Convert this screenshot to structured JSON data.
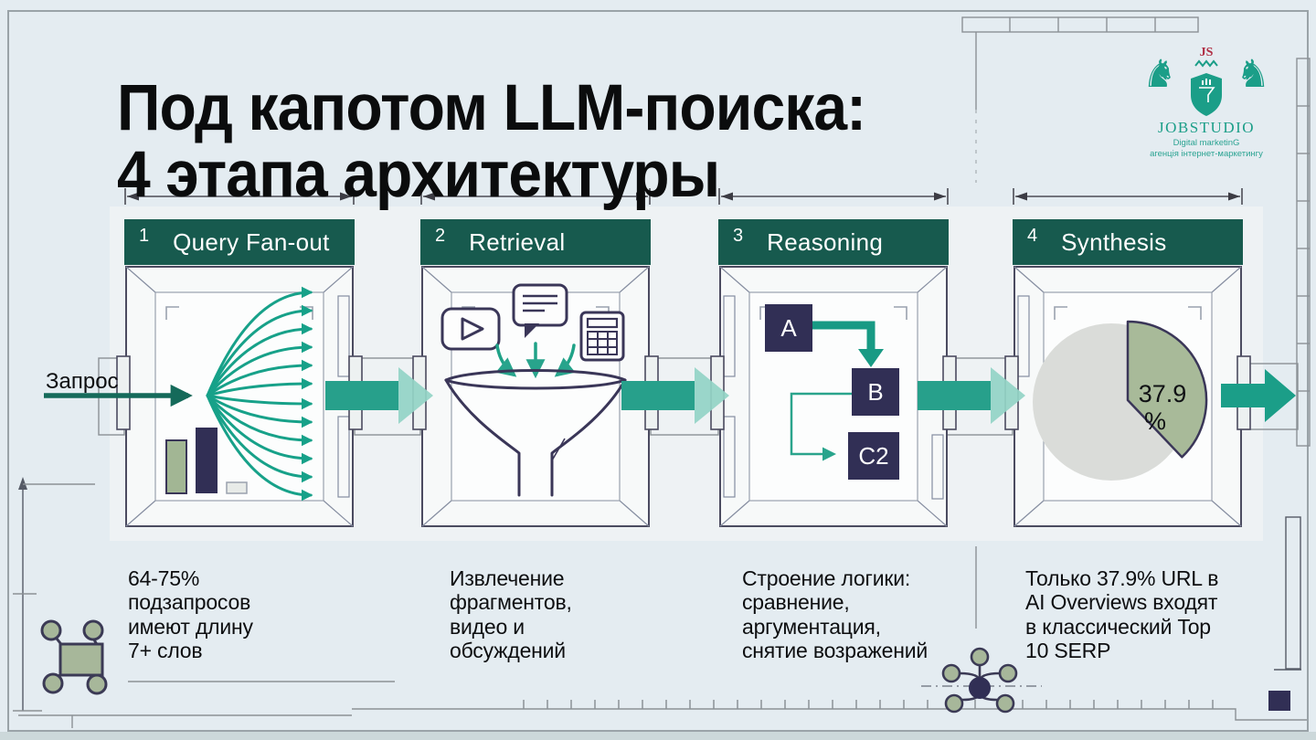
{
  "title": {
    "text": "Под капотом LLM-поиска:\n4 этапа архитектуры"
  },
  "logo": {
    "monogram": "JS",
    "name": "JOBSTUDIO",
    "tagline": "Digital marketinG",
    "subtitle": "агенція інтернет-маркетингу"
  },
  "query_label": "Запрос",
  "stages": [
    {
      "number": "1",
      "title": "Query Fan-out",
      "description": "64-75%\nподзапросов\nимеют длину\n7+ слов"
    },
    {
      "number": "2",
      "title": "Retrieval",
      "description": "Извлечение\nфрагментов,\nвидео и\nобсуждений"
    },
    {
      "number": "3",
      "title": "Reasoning",
      "description": "Строение логики:\nсравнение,\nаргументация,\nснятие возражений"
    },
    {
      "number": "4",
      "title": "Synthesis",
      "description": "Только 37.9% URL в\nAI Overviews входят\nв классический Top\n10 SERP"
    }
  ],
  "reasoning": {
    "node_a": "A",
    "node_b": "B",
    "node_c": "C2"
  },
  "synthesis_pie": {
    "value": "37.9",
    "unit": "%",
    "percent": 37.9
  },
  "colors": {
    "background": "#e4ecf1",
    "header_teal": "#175a4e",
    "arrow_teal": "#27a08b",
    "arrow_teal_light": "#93d4c5",
    "navy": "#312f55",
    "sage": "#a8ba99",
    "logo_teal": "#1b9e88",
    "logo_red": "#b02e44"
  }
}
